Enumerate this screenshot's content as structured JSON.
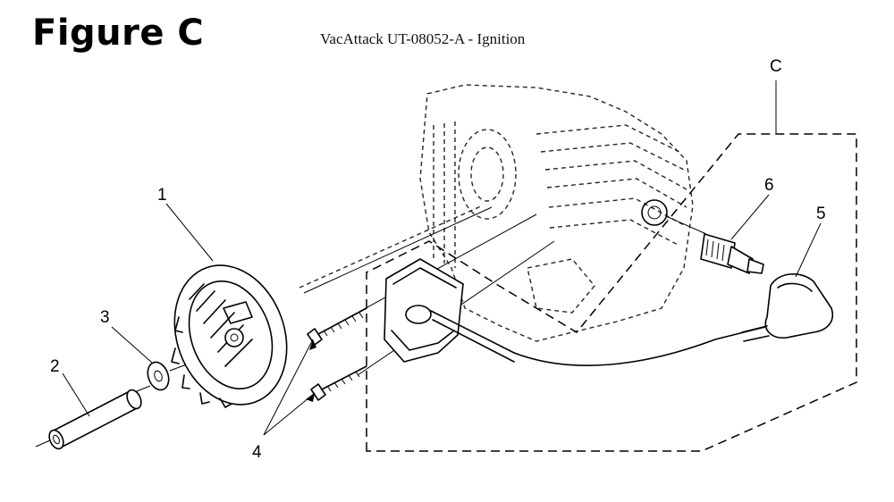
{
  "header": {
    "figure_label": "Figure C",
    "title": "VacAttack UT-08052-A - Ignition"
  },
  "callouts": {
    "c1": "1",
    "c2": "2",
    "c3": "3",
    "c4": "4",
    "c5": "5",
    "c6": "6",
    "cC": "C"
  },
  "parts": [
    {
      "id": "flywheel",
      "callout": "1"
    },
    {
      "id": "sleeve",
      "callout": "2"
    },
    {
      "id": "washer",
      "callout": "3"
    },
    {
      "id": "screws",
      "callout": "4"
    },
    {
      "id": "spark-plug-boot",
      "callout": "5"
    },
    {
      "id": "spark-plug",
      "callout": "6"
    },
    {
      "id": "ignition-assembly",
      "callout": "C"
    }
  ]
}
